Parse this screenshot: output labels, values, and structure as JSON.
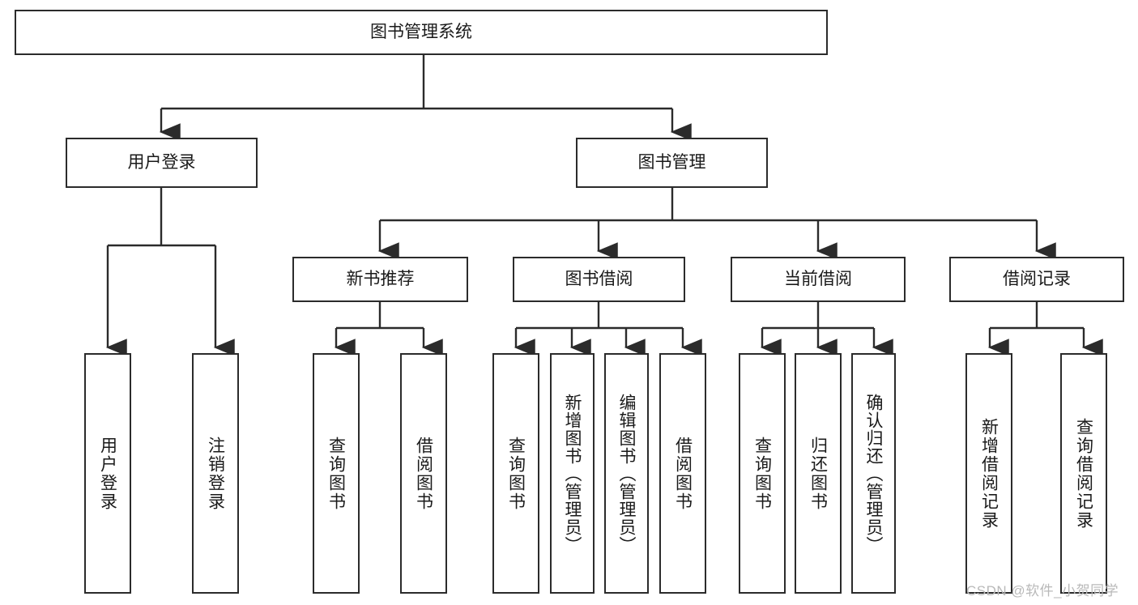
{
  "diagram": {
    "title": "图书管理系统",
    "type": "tree-hierarchy-diagram",
    "colors": {
      "box_border": "#2b2b2b",
      "box_fill": "#ffffff",
      "connector": "#2b2b2b",
      "text": "#1a1a1a",
      "watermark": "#b9b9b9",
      "background": "#ffffff"
    },
    "levels": {
      "root": {
        "label": "图书管理系统"
      },
      "level2": [
        {
          "id": "user-login",
          "label": "用户登录"
        },
        {
          "id": "book-management",
          "label": "图书管理"
        }
      ],
      "level3": [
        {
          "id": "new-book-recommend",
          "label": "新书推荐",
          "parent": "book-management"
        },
        {
          "id": "book-borrow",
          "label": "图书借阅",
          "parent": "book-management"
        },
        {
          "id": "current-borrow",
          "label": "当前借阅",
          "parent": "book-management"
        },
        {
          "id": "borrow-record",
          "label": "借阅记录",
          "parent": "book-management"
        }
      ],
      "leaves": [
        {
          "id": "leaf-user-login",
          "label": "用户登录",
          "parent": "user-login"
        },
        {
          "id": "leaf-logout-login",
          "label": "注销登录",
          "parent": "user-login"
        },
        {
          "id": "leaf-query-book-1",
          "label": "查询图书",
          "parent": "new-book-recommend"
        },
        {
          "id": "leaf-borrow-book-1",
          "label": "借阅图书",
          "parent": "new-book-recommend"
        },
        {
          "id": "leaf-query-book-2",
          "label": "查询图书",
          "parent": "book-borrow"
        },
        {
          "id": "leaf-add-book",
          "label": "新增图书（管理员）",
          "parent": "book-borrow"
        },
        {
          "id": "leaf-edit-book",
          "label": "编辑图书（管理员）",
          "parent": "book-borrow"
        },
        {
          "id": "leaf-borrow-book-2",
          "label": "借阅图书",
          "parent": "book-borrow"
        },
        {
          "id": "leaf-query-book-3",
          "label": "查询图书",
          "parent": "current-borrow"
        },
        {
          "id": "leaf-return-book",
          "label": "归还图书",
          "parent": "current-borrow"
        },
        {
          "id": "leaf-confirm-return",
          "label": "确认归还（管理员）",
          "parent": "current-borrow"
        },
        {
          "id": "leaf-add-record",
          "label": "新增借阅记录",
          "parent": "borrow-record"
        },
        {
          "id": "leaf-query-record",
          "label": "查询借阅记录",
          "parent": "borrow-record"
        }
      ]
    }
  },
  "watermark": {
    "text": "CSDN @软件_小贺同学"
  }
}
